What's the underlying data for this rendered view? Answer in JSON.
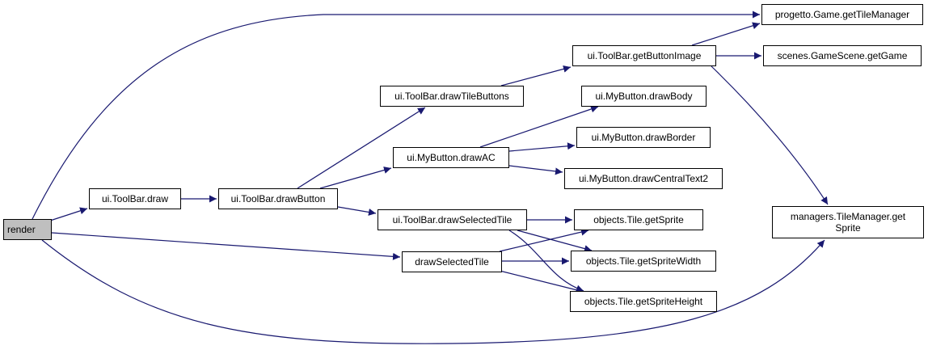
{
  "graph": {
    "nodes": [
      {
        "id": "n-render",
        "label": "render"
      },
      {
        "id": "n-tb-draw",
        "label": "ui.ToolBar.draw"
      },
      {
        "id": "n-tb-drawbutton",
        "label": "ui.ToolBar.drawButton"
      },
      {
        "id": "n-tb-drawtile",
        "label": "ui.ToolBar.drawTileButtons"
      },
      {
        "id": "n-mb-drawac",
        "label": "ui.MyButton.drawAC"
      },
      {
        "id": "n-tb-drawsel",
        "label": "ui.ToolBar.drawSelectedTile"
      },
      {
        "id": "n-drawsel",
        "label": "drawSelectedTile"
      },
      {
        "id": "n-tb-getbtnimg",
        "label": "ui.ToolBar.getButtonImage"
      },
      {
        "id": "n-mb-drawbody",
        "label": "ui.MyButton.drawBody"
      },
      {
        "id": "n-mb-drawborder",
        "label": "ui.MyButton.drawBorder"
      },
      {
        "id": "n-mb-drawcentral",
        "label": "ui.MyButton.drawCentralText2"
      },
      {
        "id": "n-t-getsprite",
        "label": "objects.Tile.getSprite"
      },
      {
        "id": "n-t-getspritew",
        "label": "objects.Tile.getSpriteWidth"
      },
      {
        "id": "n-t-getspriteh",
        "label": "objects.Tile.getSpriteHeight"
      },
      {
        "id": "n-pg-gettm",
        "label": "progetto.Game.getTileManager"
      },
      {
        "id": "n-gs-getgame",
        "label": "scenes.GameScene.getGame"
      },
      {
        "id": "n-tm-getsprite",
        "label": "managers.TileManager.get\nSprite"
      }
    ],
    "edges": [
      {
        "from": "n-render",
        "to": "n-tb-draw"
      },
      {
        "from": "n-render",
        "to": "n-drawsel"
      },
      {
        "from": "n-render",
        "to": "n-pg-gettm"
      },
      {
        "from": "n-render",
        "to": "n-tm-getsprite"
      },
      {
        "from": "n-tb-draw",
        "to": "n-tb-drawbutton"
      },
      {
        "from": "n-tb-drawbutton",
        "to": "n-tb-drawtile"
      },
      {
        "from": "n-tb-drawbutton",
        "to": "n-mb-drawac"
      },
      {
        "from": "n-tb-drawbutton",
        "to": "n-tb-drawsel"
      },
      {
        "from": "n-tb-drawtile",
        "to": "n-tb-getbtnimg"
      },
      {
        "from": "n-tb-getbtnimg",
        "to": "n-pg-gettm"
      },
      {
        "from": "n-tb-getbtnimg",
        "to": "n-gs-getgame"
      },
      {
        "from": "n-tb-getbtnimg",
        "to": "n-tm-getsprite"
      },
      {
        "from": "n-mb-drawac",
        "to": "n-mb-drawbody"
      },
      {
        "from": "n-mb-drawac",
        "to": "n-mb-drawborder"
      },
      {
        "from": "n-mb-drawac",
        "to": "n-mb-drawcentral"
      },
      {
        "from": "n-tb-drawsel",
        "to": "n-t-getsprite"
      },
      {
        "from": "n-tb-drawsel",
        "to": "n-t-getspritew"
      },
      {
        "from": "n-tb-drawsel",
        "to": "n-t-getspriteh"
      },
      {
        "from": "n-drawsel",
        "to": "n-t-getsprite"
      },
      {
        "from": "n-drawsel",
        "to": "n-t-getspritew"
      },
      {
        "from": "n-drawsel",
        "to": "n-t-getspriteh"
      }
    ]
  },
  "colors": {
    "edge": "#191970",
    "node_border": "#000000",
    "root_fill": "#bfbfbf"
  }
}
